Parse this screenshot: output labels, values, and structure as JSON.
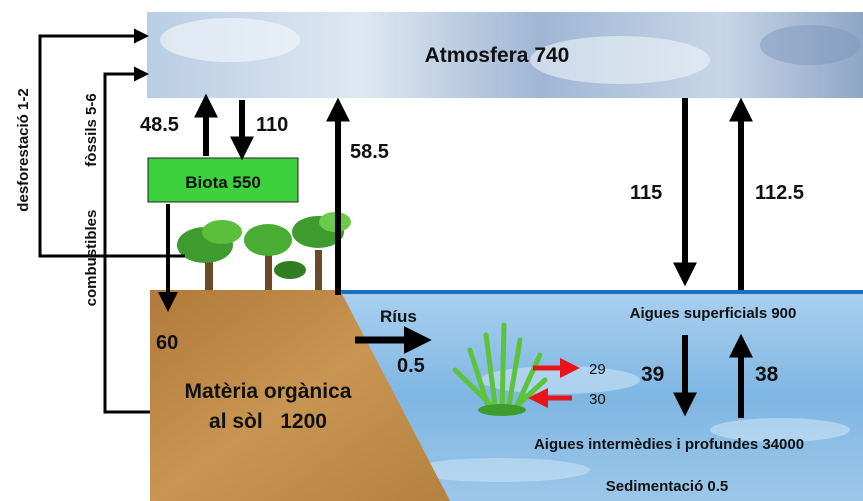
{
  "atmosphere": {
    "label": "Atmosfera 740"
  },
  "biota": {
    "label": "Biota 550"
  },
  "soil": {
    "line1": "Matèria orgànica",
    "line2": "al sòl   1200"
  },
  "surface_water": {
    "label": "Aigues superficials 900"
  },
  "deep_water": {
    "label": "Aigues intermèdies i profundes 34000"
  },
  "sedimentation": {
    "label": "Sedimentació 0.5"
  },
  "rivers": {
    "label": "Ríus",
    "value": "0.5"
  },
  "side_labels": {
    "deforestation": "desforestació 1-2",
    "fossil_fuels_a": "combustibles",
    "fossil_fuels_b": "fòssils 5-6"
  },
  "fluxes": {
    "biota_to_atm": "48.5",
    "atm_to_biota": "110",
    "soil_to_atm": "58.5",
    "biota_to_soil": "60",
    "atm_to_ocean": "115",
    "ocean_to_atm": "112.5",
    "surface_to_deep": "39",
    "deep_to_surface": "38",
    "plant_in": "29",
    "plant_out": "30"
  },
  "colors": {
    "biota_box": "#3dd13d",
    "ocean": "#7fb6e2",
    "ocean_line": "#1a6fc0",
    "soil": "#c4904a",
    "sky": "#9fb8d6",
    "arrow": "#000000",
    "red_arrow": "#e8141b"
  }
}
